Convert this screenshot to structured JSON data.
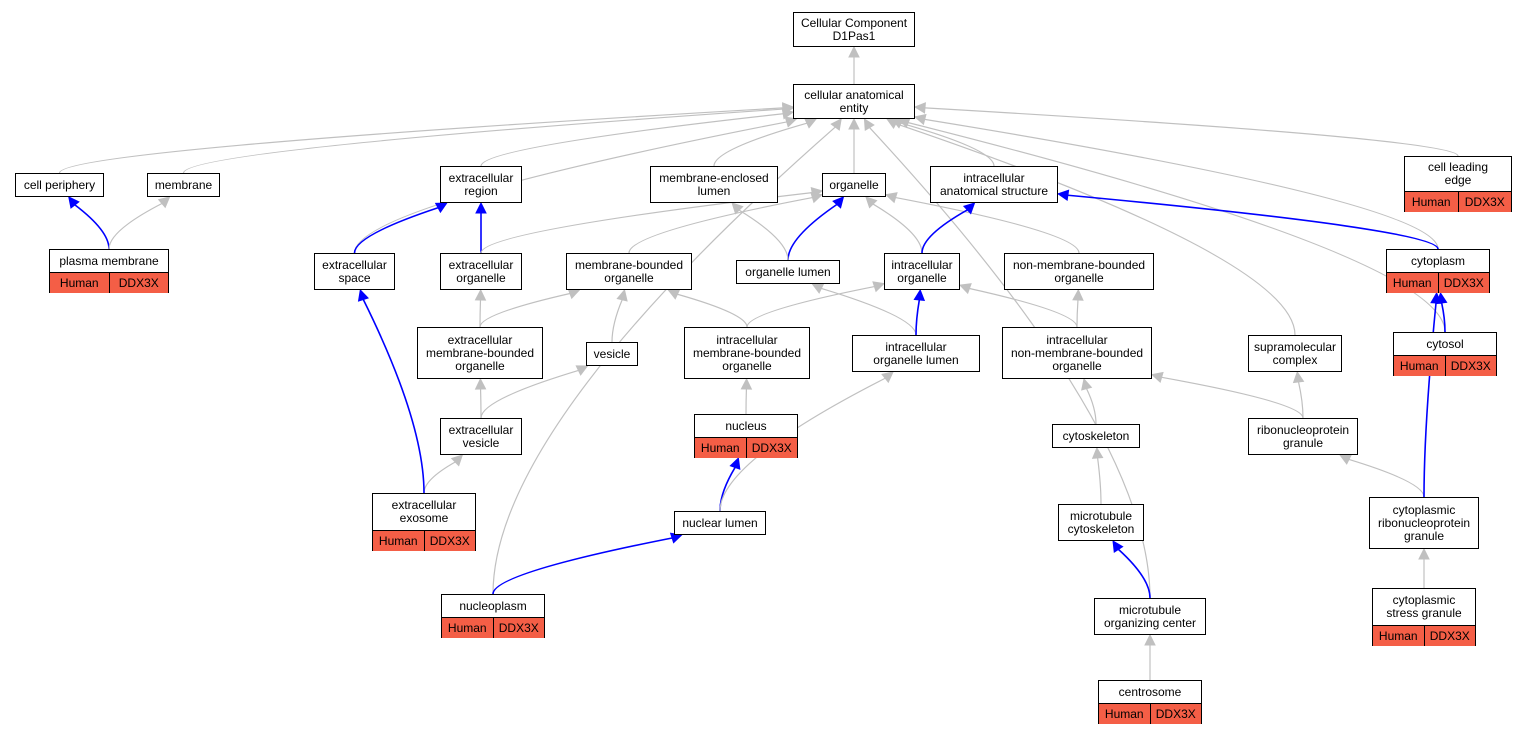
{
  "nodes": {
    "root": {
      "label": "Cellular Component\nD1Pas1"
    },
    "cae": {
      "label": "cellular anatomical\nentity"
    },
    "cell_periphery": {
      "label": "cell periphery"
    },
    "membrane": {
      "label": "membrane"
    },
    "extracellular_region": {
      "label": "extracellular\nregion"
    },
    "membrane_enclosed_lumen": {
      "label": "membrane-enclosed\nlumen"
    },
    "organelle": {
      "label": "organelle"
    },
    "intracellular_anatomical_structure": {
      "label": "intracellular\nanatomical structure"
    },
    "cell_leading_edge": {
      "label": "cell leading\nedge",
      "tags": [
        "Human",
        "DDX3X"
      ]
    },
    "plasma_membrane": {
      "label": "plasma membrane",
      "tags": [
        "Human",
        "DDX3X"
      ]
    },
    "extracellular_space": {
      "label": "extracellular\nspace"
    },
    "extracellular_organelle": {
      "label": "extracellular\norganelle"
    },
    "membrane_bounded_organelle": {
      "label": "membrane-bounded\norganelle"
    },
    "organelle_lumen": {
      "label": "organelle lumen"
    },
    "intracellular_organelle": {
      "label": "intracellular\norganelle"
    },
    "non_membrane_bounded_organelle": {
      "label": "non-membrane-bounded\norganelle"
    },
    "cytoplasm": {
      "label": "cytoplasm",
      "tags": [
        "Human",
        "DDX3X"
      ]
    },
    "extracellular_membrane_bounded_organelle": {
      "label": "extracellular\nmembrane-bounded\norganelle"
    },
    "vesicle": {
      "label": "vesicle"
    },
    "intracellular_membrane_bounded_organelle": {
      "label": "intracellular\nmembrane-bounded\norganelle"
    },
    "intracellular_organelle_lumen": {
      "label": "intracellular\norganelle lumen"
    },
    "intracellular_non_membrane_bounded_organelle": {
      "label": "intracellular\nnon-membrane-bounded\norganelle"
    },
    "supramolecular_complex": {
      "label": "supramolecular\ncomplex"
    },
    "cytosol": {
      "label": "cytosol",
      "tags": [
        "Human",
        "DDX3X"
      ]
    },
    "extracellular_vesicle": {
      "label": "extracellular\nvesicle"
    },
    "nucleus": {
      "label": "nucleus",
      "tags": [
        "Human",
        "DDX3X"
      ]
    },
    "cytoskeleton": {
      "label": "cytoskeleton"
    },
    "ribonucleoprotein_granule": {
      "label": "ribonucleoprotein\ngranule"
    },
    "extracellular_exosome": {
      "label": "extracellular\nexosome",
      "tags": [
        "Human",
        "DDX3X"
      ]
    },
    "nuclear_lumen": {
      "label": "nuclear lumen"
    },
    "microtubule_cytoskeleton": {
      "label": "microtubule\ncytoskeleton"
    },
    "cytoplasmic_rnp_granule": {
      "label": "cytoplasmic\nribonucleoprotein\ngranule"
    },
    "nucleoplasm": {
      "label": "nucleoplasm",
      "tags": [
        "Human",
        "DDX3X"
      ]
    },
    "microtubule_organizing_center": {
      "label": "microtubule\norganizing center"
    },
    "cytoplasmic_stress_granule": {
      "label": "cytoplasmic\nstress granule",
      "tags": [
        "Human",
        "DDX3X"
      ]
    },
    "centrosome": {
      "label": "centrosome",
      "tags": [
        "Human",
        "DDX3X"
      ]
    }
  },
  "edges": [
    {
      "from": "cae",
      "to": "root",
      "kind": "is_a"
    },
    {
      "from": "cell_periphery",
      "to": "cae",
      "kind": "is_a"
    },
    {
      "from": "membrane",
      "to": "cae",
      "kind": "is_a"
    },
    {
      "from": "extracellular_region",
      "to": "cae",
      "kind": "is_a"
    },
    {
      "from": "membrane_enclosed_lumen",
      "to": "cae",
      "kind": "is_a"
    },
    {
      "from": "organelle",
      "to": "cae",
      "kind": "is_a"
    },
    {
      "from": "intracellular_anatomical_structure",
      "to": "cae",
      "kind": "is_a"
    },
    {
      "from": "cell_leading_edge",
      "to": "cae",
      "kind": "is_a"
    },
    {
      "from": "cytoplasm",
      "to": "cae",
      "kind": "is_a"
    },
    {
      "from": "cytosol",
      "to": "cae",
      "kind": "is_a"
    },
    {
      "from": "supramolecular_complex",
      "to": "cae",
      "kind": "is_a"
    },
    {
      "from": "microtubule_organizing_center",
      "to": "cae",
      "kind": "is_a"
    },
    {
      "from": "extracellular_space",
      "to": "cae",
      "kind": "is_a"
    },
    {
      "from": "nucleoplasm",
      "to": "cae",
      "kind": "is_a"
    },
    {
      "from": "plasma_membrane",
      "to": "cell_periphery",
      "kind": "part_of"
    },
    {
      "from": "plasma_membrane",
      "to": "membrane",
      "kind": "is_a"
    },
    {
      "from": "extracellular_space",
      "to": "extracellular_region",
      "kind": "part_of"
    },
    {
      "from": "extracellular_organelle",
      "to": "extracellular_region",
      "kind": "part_of"
    },
    {
      "from": "extracellular_organelle",
      "to": "organelle",
      "kind": "is_a"
    },
    {
      "from": "membrane_bounded_organelle",
      "to": "organelle",
      "kind": "is_a"
    },
    {
      "from": "organelle_lumen",
      "to": "organelle",
      "kind": "part_of"
    },
    {
      "from": "organelle_lumen",
      "to": "membrane_enclosed_lumen",
      "kind": "is_a"
    },
    {
      "from": "intracellular_organelle",
      "to": "organelle",
      "kind": "is_a"
    },
    {
      "from": "non_membrane_bounded_organelle",
      "to": "organelle",
      "kind": "is_a"
    },
    {
      "from": "intracellular_organelle",
      "to": "intracellular_anatomical_structure",
      "kind": "part_of"
    },
    {
      "from": "cytoplasm",
      "to": "intracellular_anatomical_structure",
      "kind": "part_of"
    },
    {
      "from": "extracellular_membrane_bounded_organelle",
      "to": "extracellular_organelle",
      "kind": "is_a"
    },
    {
      "from": "extracellular_membrane_bounded_organelle",
      "to": "membrane_bounded_organelle",
      "kind": "is_a"
    },
    {
      "from": "vesicle",
      "to": "membrane_bounded_organelle",
      "kind": "is_a"
    },
    {
      "from": "intracellular_membrane_bounded_organelle",
      "to": "membrane_bounded_organelle",
      "kind": "is_a"
    },
    {
      "from": "intracellular_membrane_bounded_organelle",
      "to": "intracellular_organelle",
      "kind": "is_a"
    },
    {
      "from": "intracellular_organelle_lumen",
      "to": "organelle_lumen",
      "kind": "is_a"
    },
    {
      "from": "intracellular_organelle_lumen",
      "to": "intracellular_organelle",
      "kind": "part_of"
    },
    {
      "from": "intracellular_non_membrane_bounded_organelle",
      "to": "intracellular_organelle",
      "kind": "is_a"
    },
    {
      "from": "intracellular_non_membrane_bounded_organelle",
      "to": "non_membrane_bounded_organelle",
      "kind": "is_a"
    },
    {
      "from": "extracellular_vesicle",
      "to": "extracellular_membrane_bounded_organelle",
      "kind": "is_a"
    },
    {
      "from": "extracellular_vesicle",
      "to": "vesicle",
      "kind": "is_a"
    },
    {
      "from": "nucleus",
      "to": "intracellular_membrane_bounded_organelle",
      "kind": "is_a"
    },
    {
      "from": "cytoskeleton",
      "to": "intracellular_non_membrane_bounded_organelle",
      "kind": "is_a"
    },
    {
      "from": "ribonucleoprotein_granule",
      "to": "intracellular_non_membrane_bounded_organelle",
      "kind": "is_a"
    },
    {
      "from": "ribonucleoprotein_granule",
      "to": "supramolecular_complex",
      "kind": "is_a"
    },
    {
      "from": "cytosol",
      "to": "cytoplasm",
      "kind": "part_of"
    },
    {
      "from": "extracellular_exosome",
      "to": "extracellular_vesicle",
      "kind": "is_a"
    },
    {
      "from": "extracellular_exosome",
      "to": "extracellular_space",
      "kind": "part_of"
    },
    {
      "from": "nuclear_lumen",
      "to": "nucleus",
      "kind": "part_of"
    },
    {
      "from": "nuclear_lumen",
      "to": "intracellular_organelle_lumen",
      "kind": "is_a"
    },
    {
      "from": "microtubule_cytoskeleton",
      "to": "cytoskeleton",
      "kind": "is_a"
    },
    {
      "from": "cytoplasmic_rnp_granule",
      "to": "ribonucleoprotein_granule",
      "kind": "is_a"
    },
    {
      "from": "cytoplasmic_rnp_granule",
      "to": "cytoplasm",
      "kind": "part_of"
    },
    {
      "from": "nucleoplasm",
      "to": "nuclear_lumen",
      "kind": "part_of"
    },
    {
      "from": "microtubule_organizing_center",
      "to": "microtubule_cytoskeleton",
      "kind": "part_of"
    },
    {
      "from": "cytoplasmic_stress_granule",
      "to": "cytoplasmic_rnp_granule",
      "kind": "is_a"
    },
    {
      "from": "centrosome",
      "to": "microtubule_organizing_center",
      "kind": "is_a"
    }
  ],
  "colors": {
    "is_a": "#c0c0c0",
    "part_of": "#0000ff",
    "tag_fill": "#f45e46",
    "node_border": "#000000"
  }
}
